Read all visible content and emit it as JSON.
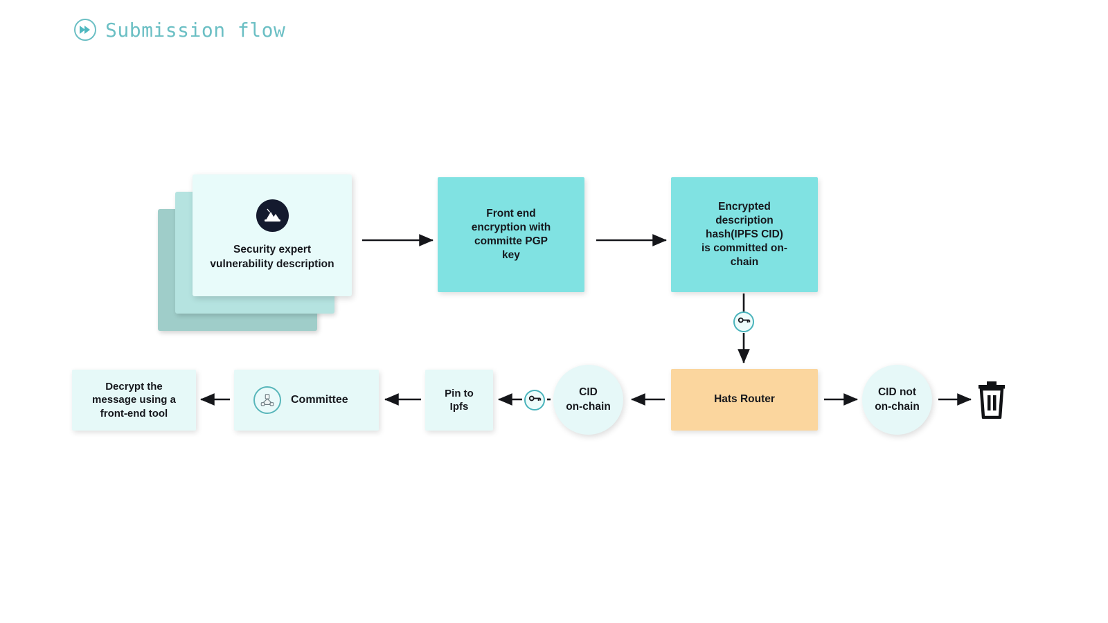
{
  "header": {
    "title": "Submission flow",
    "icon": "fast-forward-circle-icon",
    "accent_color": "#6bbfc4"
  },
  "palette": {
    "teal_solid": "#80e2e2",
    "teal_light": "#e6f9f8",
    "orange": "#fbd69e",
    "card_back": "#9fcdc9",
    "card_mid": "#b5e3e0",
    "text_dark": "#16181d",
    "avatar_dark": "#141a2e",
    "background": "#ffffff"
  },
  "diagram": {
    "type": "flowchart",
    "nodes": [
      {
        "id": "security-expert",
        "label": "Security expert\nvulnerability description",
        "shape": "card-stack",
        "fill": "#e8fbfa",
        "icon": "mountain-avatar-icon",
        "stack_count": 3
      },
      {
        "id": "frontend-encryption",
        "label": "Front end\nencryption with\ncommitte PGP\nkey",
        "shape": "rectangle",
        "fill": "#80e2e2"
      },
      {
        "id": "encrypted-hash",
        "label": "Encrypted\ndescription\nhash(IPFS CID)\nis committed on-\nchain",
        "shape": "rectangle",
        "fill": "#80e2e2"
      },
      {
        "id": "hats-router",
        "label": "Hats Router",
        "shape": "rectangle",
        "fill": "#fbd69e"
      },
      {
        "id": "cid-on-chain",
        "label": "CID\non-chain",
        "shape": "circle",
        "fill": "#e6f8f8"
      },
      {
        "id": "cid-not-on-chain",
        "label": "CID not\non-chain",
        "shape": "circle",
        "fill": "#e6f8f8"
      },
      {
        "id": "pin-to-ipfs",
        "label": "Pin to\nIpfs",
        "shape": "rectangle",
        "fill": "#e6f9f8"
      },
      {
        "id": "committee",
        "label": "Committee",
        "shape": "rectangle",
        "fill": "#e6f9f8",
        "icon": "committee-people-icon"
      },
      {
        "id": "decrypt-message",
        "label": "Decrypt the\nmessage using a\nfront-end tool",
        "shape": "rectangle",
        "fill": "#e6f9f8"
      },
      {
        "id": "discard",
        "label": "",
        "shape": "icon",
        "icon": "trash-icon"
      }
    ],
    "edge_badges": [
      {
        "id": "key-badge-vertical",
        "icon": "key-icon"
      },
      {
        "id": "key-badge-horizontal",
        "icon": "key-icon"
      }
    ]
  }
}
